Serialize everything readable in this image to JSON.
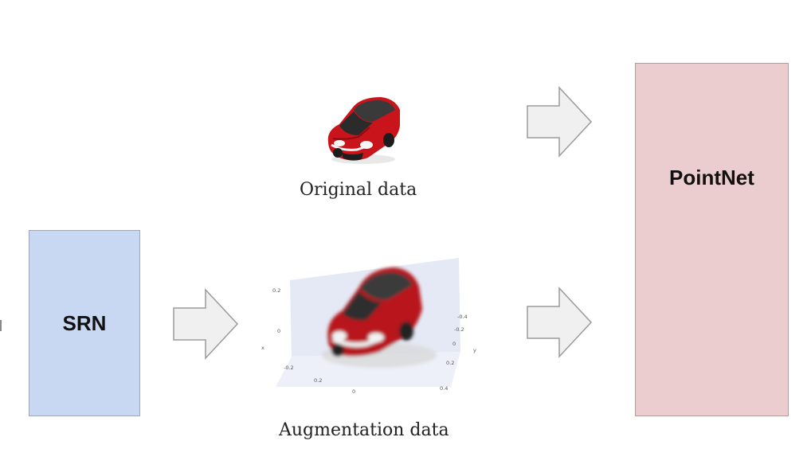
{
  "colors": {
    "srn_fill": "#c9d8f2",
    "pointnet_fill": "#eccdcf",
    "arrow_fill": "#f0f0f0",
    "arrow_stroke": "#9a9a9a",
    "car_red": "#c8141a"
  },
  "nodes": {
    "srn": {
      "label": "SRN"
    },
    "pointnet": {
      "label": "PointNet"
    }
  },
  "captions": {
    "original": "Original data",
    "augmentation": "Augmentation data"
  },
  "plot_ticks": {
    "left_axis": [
      "0.2",
      "0",
      "-0.2"
    ],
    "left_axis_name": "x",
    "bottom_axis": [
      "0.2",
      "0"
    ],
    "right_axis": [
      "-0.4",
      "-0.2",
      "0",
      "0.2",
      "0.4"
    ],
    "right_axis_name": "y"
  },
  "icons": {
    "arrows": [
      "block-arrow-right-icon",
      "block-arrow-right-icon",
      "block-arrow-right-icon"
    ],
    "original_car": "car-3d-render-icon",
    "augmented_car": "point-cloud-car-icon"
  }
}
